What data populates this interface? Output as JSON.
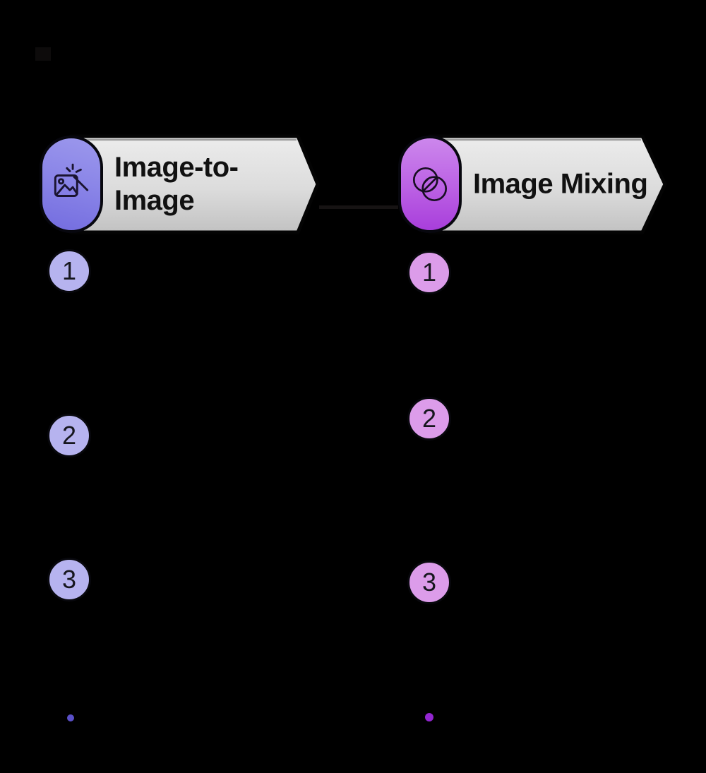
{
  "diagram": {
    "background": "#000000",
    "columns": [
      {
        "id": "image-to-image",
        "title": "Image-to-Image",
        "title_lines": [
          "Image-to-",
          "Image"
        ],
        "icon": "image-wand-icon",
        "pill_gradient": [
          "#9c98ec",
          "#736cdf"
        ],
        "banner_fill": [
          "#ececec",
          "#c2c2c2"
        ],
        "step_fill": "#b6b3ef",
        "bullet_color": "#5a50c8",
        "steps": [
          "1",
          "2",
          "3"
        ]
      },
      {
        "id": "image-mixing",
        "title": "Image Mixing",
        "title_lines": [
          "Image Mixing"
        ],
        "icon": "overlapping-circles-icon",
        "pill_gradient": [
          "#cc87ec",
          "#a83edb"
        ],
        "banner_fill": [
          "#ececec",
          "#c2c2c2"
        ],
        "step_fill": "#dc9cea",
        "bullet_color": "#9326d0",
        "steps": [
          "1",
          "2",
          "3"
        ]
      }
    ]
  }
}
